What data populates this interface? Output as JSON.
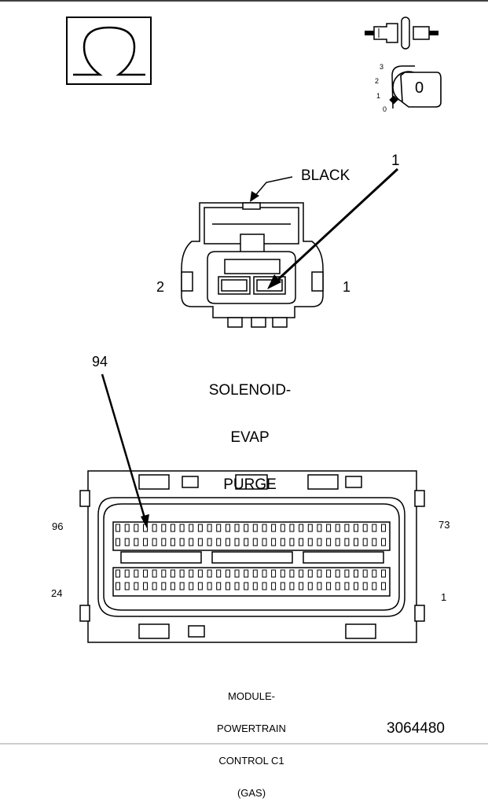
{
  "symbols": {
    "ohm_icon": "ohm-meter-icon",
    "connector_icon": "disconnected-connector-icon",
    "ignition_icon": "ignition-key-icon",
    "ignition_positions": [
      "3",
      "2",
      "1",
      "0"
    ],
    "key_label": "0"
  },
  "solenoid": {
    "color_label": "BLACK",
    "pin_callout": "1",
    "pin_left": "2",
    "pin_right": "1",
    "title_lines": [
      "SOLENOID-",
      "EVAP",
      "PURGE"
    ]
  },
  "pcm": {
    "pin_callout": "94",
    "pin_top_left": "96",
    "pin_top_right": "73",
    "pin_bottom_left": "24",
    "pin_bottom_right": "1",
    "title_lines": [
      "MODULE-",
      "POWERTRAIN",
      "CONTROL C1",
      "(GAS)"
    ]
  },
  "figure_number": "3064480"
}
